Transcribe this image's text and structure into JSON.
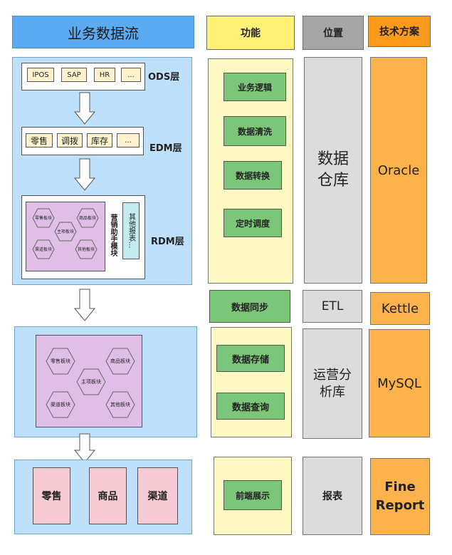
{
  "headers": {
    "flow_title": "业务数据流",
    "function": "功能",
    "location": "位置",
    "tech": "技术方案"
  },
  "ods": {
    "chips": [
      "IPOS",
      "SAP",
      "HR",
      "..."
    ],
    "label": "ODS层"
  },
  "edm": {
    "chips": [
      "零售",
      "调拨",
      "库存",
      "..."
    ],
    "label": "EDM层"
  },
  "rdm": {
    "label": "RDM层",
    "hexes": [
      "零售板块",
      "商品板块",
      "主项板块",
      "渠道板块",
      "其他板块"
    ],
    "module_label": "营销助手模块",
    "other_reports": "其他报表..."
  },
  "analysis": {
    "hexes": [
      "零售板块",
      "商品板块",
      "主项板块",
      "渠道板块",
      "其他板块"
    ]
  },
  "frontend": {
    "items": [
      "零售",
      "商品",
      "渠道"
    ]
  },
  "functions": {
    "warehouse": [
      "业务逻辑",
      "数据清洗",
      "数据转换",
      "定时调度"
    ],
    "sync": "数据同步",
    "analysis": [
      "数据存储",
      "数据查询"
    ],
    "frontend": "前端展示"
  },
  "locations": {
    "warehouse": "数据仓库",
    "etl": "ETL",
    "analysis": "运营分析库",
    "report": "报表"
  },
  "tech": {
    "warehouse": "Oracle",
    "etl": "Kettle",
    "analysis": "MySQL",
    "report": "Fine Report"
  },
  "colors": {
    "title_blue": "#5aabf2",
    "panel_blue": "#bfe0fa",
    "yellow": "#fff176",
    "green": "#7cc67a",
    "orange": "#fdb24c",
    "purple": "#e0bfe6",
    "pink": "#f7cbd3"
  }
}
